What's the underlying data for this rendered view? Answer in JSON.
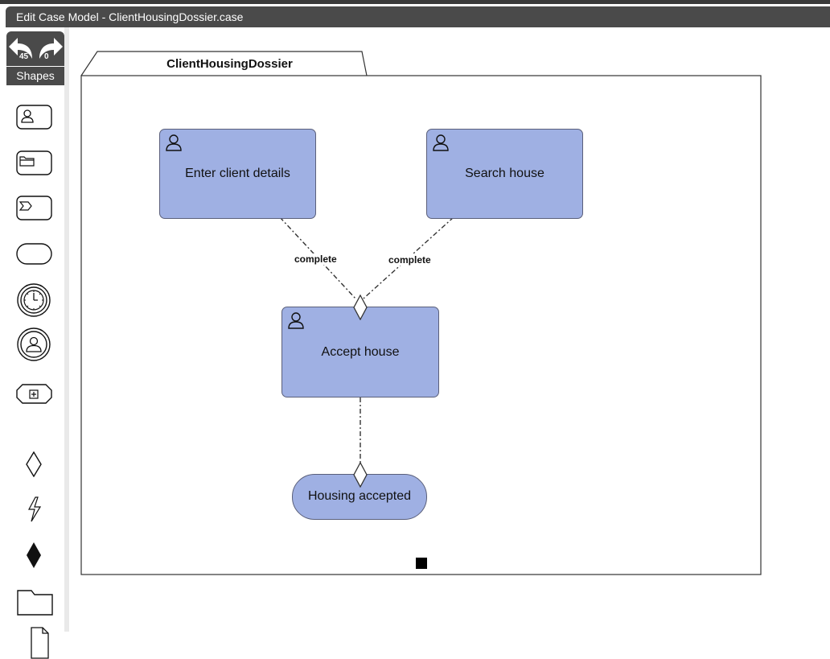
{
  "window": {
    "title": "Edit Case Model - ClientHousingDossier.case"
  },
  "toolbar": {
    "undo_count": "45",
    "redo_count": "0",
    "shapes_label": "Shapes",
    "palette": [
      {
        "icon": "human-task-icon"
      },
      {
        "icon": "case-task-icon"
      },
      {
        "icon": "process-task-icon"
      },
      {
        "icon": "milestone-icon"
      },
      {
        "icon": "timer-event-icon"
      },
      {
        "icon": "user-event-icon"
      },
      {
        "icon": "stage-icon"
      },
      {
        "icon": "entry-criterion-icon"
      },
      {
        "icon": "planning-table-icon"
      },
      {
        "icon": "exit-criterion-icon"
      },
      {
        "icon": "case-file-item-icon"
      },
      {
        "icon": "text-annotation-icon"
      }
    ]
  },
  "diagram": {
    "case_plan": {
      "name": "ClientHousingDossier"
    },
    "tasks": [
      {
        "id": "enter-client-details",
        "name": "Enter client details",
        "type": "human-task"
      },
      {
        "id": "search-house",
        "name": "Search house",
        "type": "human-task"
      },
      {
        "id": "accept-house",
        "name": "Accept house",
        "type": "human-task"
      }
    ],
    "milestones": [
      {
        "id": "housing-accepted",
        "name": "Housing accepted"
      }
    ],
    "connectors": [
      {
        "from": "enter-client-details",
        "to": "accept-house",
        "label": "complete"
      },
      {
        "from": "search-house",
        "to": "accept-house",
        "label": "complete"
      },
      {
        "from": "accept-house",
        "to": "housing-accepted",
        "label": ""
      }
    ]
  },
  "colors": {
    "task_fill": "#9fb0e3",
    "task_border": "#5a5f7a",
    "title_bar": "#4a4a4a"
  }
}
